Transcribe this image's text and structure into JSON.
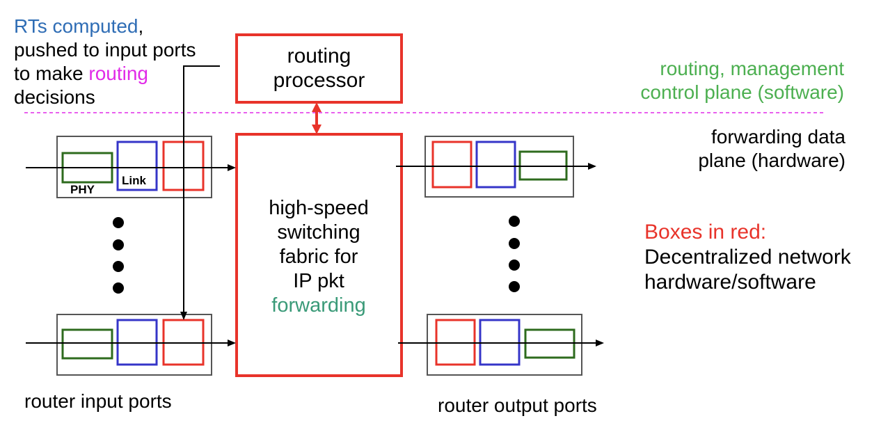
{
  "colors": {
    "blue": "#2f6db5",
    "magenta": "#e12ae8",
    "green": "#4caf50",
    "teal": "#3a9a78",
    "red": "#e8332a",
    "dark_green": "#2e6b1e",
    "box_blue": "#3535c8",
    "gray": "#555555"
  },
  "annotation": {
    "line1_blue": "RTs computed",
    "line1_tail": ",",
    "line2": "pushed to input ports",
    "line3_pre": "to make ",
    "line3_magenta": "routing",
    "line4": "decisions"
  },
  "routing_processor": {
    "line1": "routing",
    "line2": "processor"
  },
  "control_plane": {
    "line1": "routing, management",
    "line2": "control plane (software)"
  },
  "data_plane": {
    "line1": "forwarding data",
    "line2": "plane  (hardware)"
  },
  "fabric": {
    "line1": "high-speed",
    "line2": "switching",
    "line3": "fabric for",
    "line4": "IP pkt",
    "line5": "forwarding"
  },
  "port_labels": {
    "phy": "PHY",
    "link": "Link"
  },
  "legend": {
    "title": "Boxes in red:",
    "line1": "Decentralized network",
    "line2": "hardware/software"
  },
  "footer": {
    "input_ports": "router input ports",
    "output_ports": "router output ports"
  }
}
